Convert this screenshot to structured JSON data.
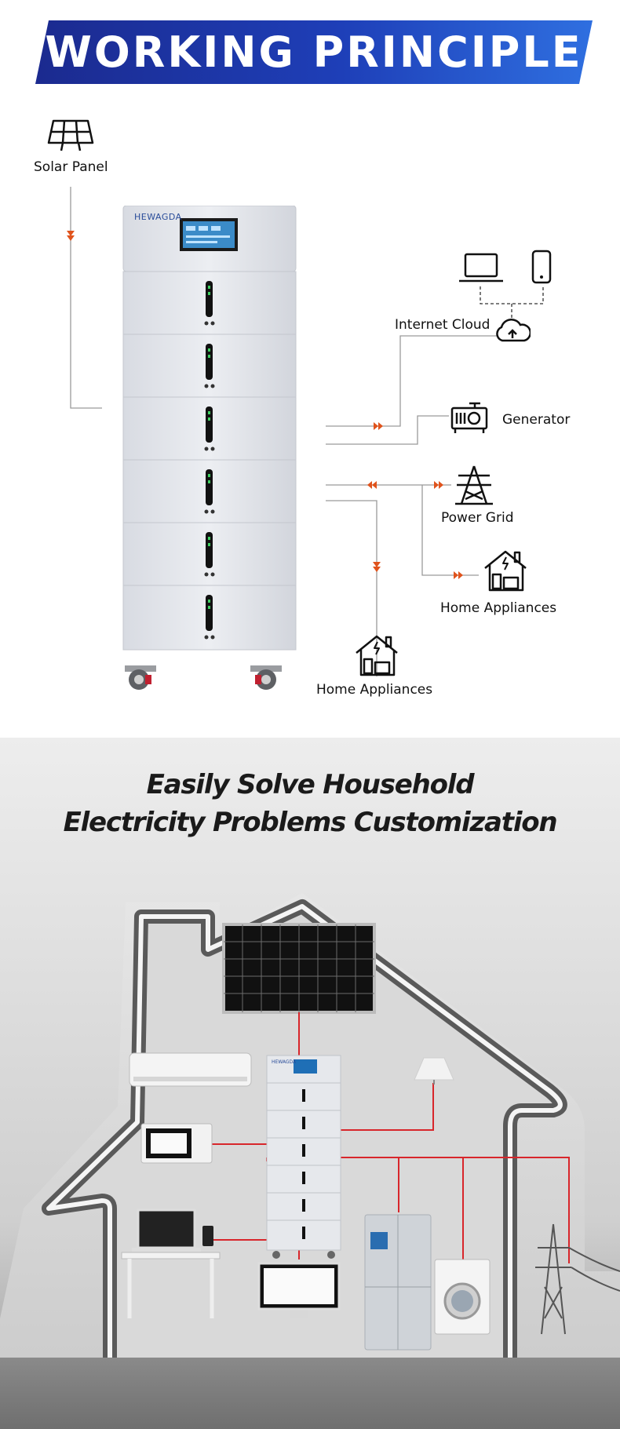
{
  "banner": {
    "title": "WORKING PRINCIPLE"
  },
  "diagram": {
    "solar_panel": "Solar Panel",
    "brand": "HEWAGDA",
    "internet_cloud": "Internet Cloud",
    "generator": "Generator",
    "power_grid": "Power Grid",
    "home_appliances_right": "Home Appliances",
    "home_appliances_bottom": "Home Appliances"
  },
  "lower": {
    "headline_line1": "Easily Solve Household",
    "headline_line2": "Electricity Problems Customization",
    "brand": "HEWAGDA"
  },
  "colors": {
    "banner_blue": "#1e2f9a",
    "arrow_orange": "#e0531c",
    "wire_red": "#d8262b"
  }
}
